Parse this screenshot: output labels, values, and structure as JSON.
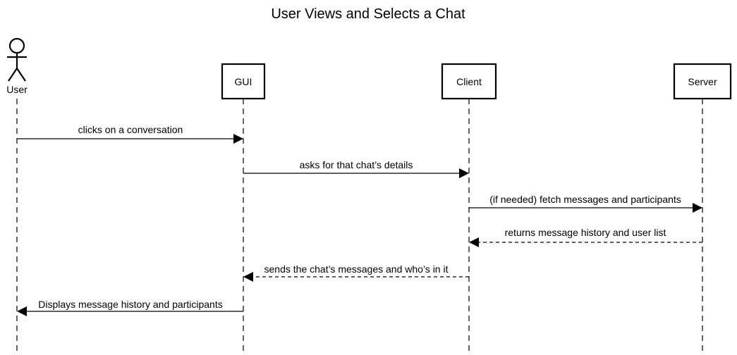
{
  "diagram": {
    "title": "User Views and Selects a Chat",
    "actor": {
      "label": "User"
    },
    "participants": [
      {
        "id": "gui",
        "label": "GUI"
      },
      {
        "id": "client",
        "label": "Client"
      },
      {
        "id": "server",
        "label": "Server"
      }
    ],
    "messages": [
      {
        "from": "user",
        "to": "gui",
        "label": "clicks on a conversation",
        "style": "solid"
      },
      {
        "from": "gui",
        "to": "client",
        "label": "asks for that chat’s details",
        "style": "solid"
      },
      {
        "from": "client",
        "to": "server",
        "label": "(if needed) fetch messages and participants",
        "style": "solid"
      },
      {
        "from": "server",
        "to": "client",
        "label": "returns message history and user list",
        "style": "dashed"
      },
      {
        "from": "client",
        "to": "gui",
        "label": "sends the chat’s messages and who’s in it",
        "style": "dashed"
      },
      {
        "from": "gui",
        "to": "user",
        "label": "Displays message history and participants",
        "style": "solid"
      }
    ]
  }
}
